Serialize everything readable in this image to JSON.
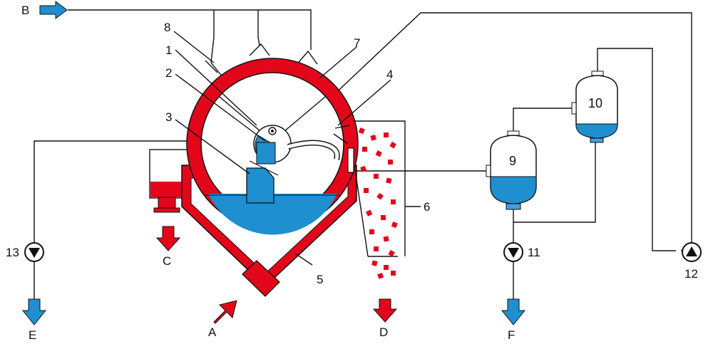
{
  "labels": {
    "n1": "1",
    "n2": "2",
    "n3": "3",
    "n4": "4",
    "n5": "5",
    "n6": "6",
    "n7": "7",
    "n8": "8",
    "n9": "9",
    "n10": "10",
    "n11": "11",
    "n12": "12",
    "n13": "13",
    "A": "A",
    "B": "B",
    "C": "C",
    "D": "D",
    "E": "E",
    "F": "F"
  },
  "colors": {
    "red": "#e3061b",
    "blue": "#1f8fd0",
    "light_blue": "#3fa0dd",
    "line": "#111111"
  },
  "icons": [
    "arrow-down-icon",
    "arrow-right-icon",
    "arrow-diagonal-icon",
    "pump-icon"
  ]
}
